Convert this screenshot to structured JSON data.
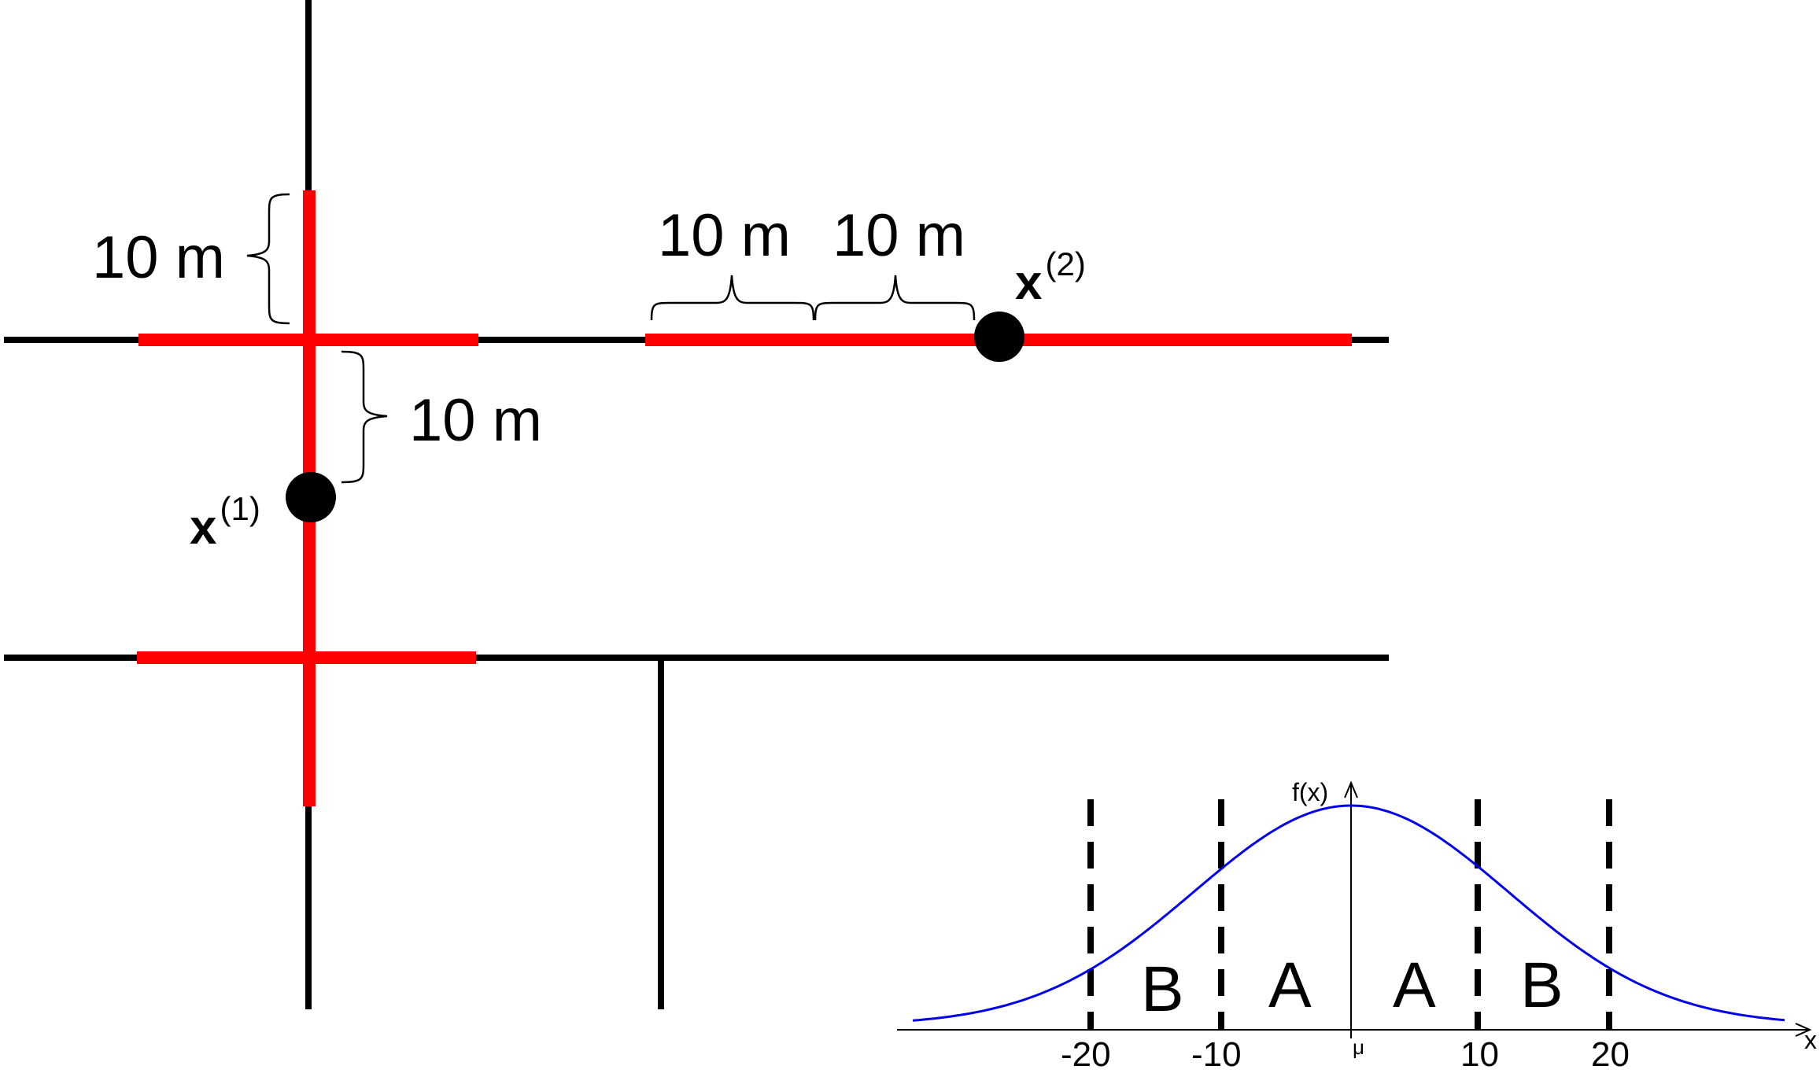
{
  "map": {
    "dist_label_vertical_top": "10 m",
    "dist_label_vertical_bottom": "10 m",
    "dist_label_horizontal_left": "10 m",
    "dist_label_horizontal_right": "10 m",
    "point1": {
      "name": "x",
      "sup": "(1)"
    },
    "point2": {
      "name": "x",
      "sup": "(2)"
    },
    "colors": {
      "road": "#000000",
      "segment": "#ff0000",
      "point": "#000000"
    }
  },
  "density": {
    "y_label": "f(x)",
    "x_label": "x",
    "mu_label": "μ",
    "ticks": [
      "-20",
      "-10",
      "10",
      "20"
    ],
    "regions": [
      "B",
      "A",
      "A",
      "B"
    ],
    "curve_color": "#0000ee"
  }
}
